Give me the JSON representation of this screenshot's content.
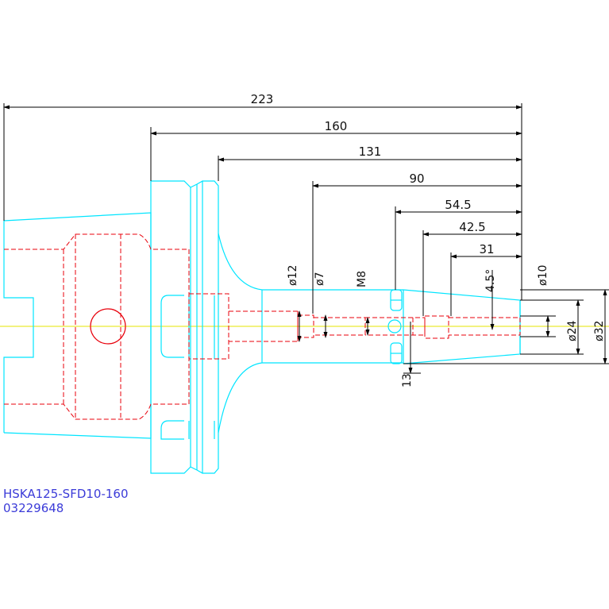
{
  "drawing": {
    "part_number": "HSKA125-SFD10-160",
    "order_code": "03229648"
  },
  "dimensions": {
    "overall_length": "223",
    "flange_to_tip": "160",
    "body_length": "131",
    "d90": "90",
    "d54_5": "54.5",
    "d42_5": "42.5",
    "d31": "31",
    "dia12": "ø12",
    "dia7": "ø7",
    "thread": "M8",
    "taper_angle": "4.5°",
    "dia10": "ø10",
    "dia24": "ø24",
    "dia32": "ø32",
    "d13": "13"
  },
  "colors": {
    "outline": "#00e5ff",
    "hidden": "#e8000b",
    "dimension": "#000000",
    "centerline": "#e6e600",
    "caption": "#3b3bd8"
  }
}
